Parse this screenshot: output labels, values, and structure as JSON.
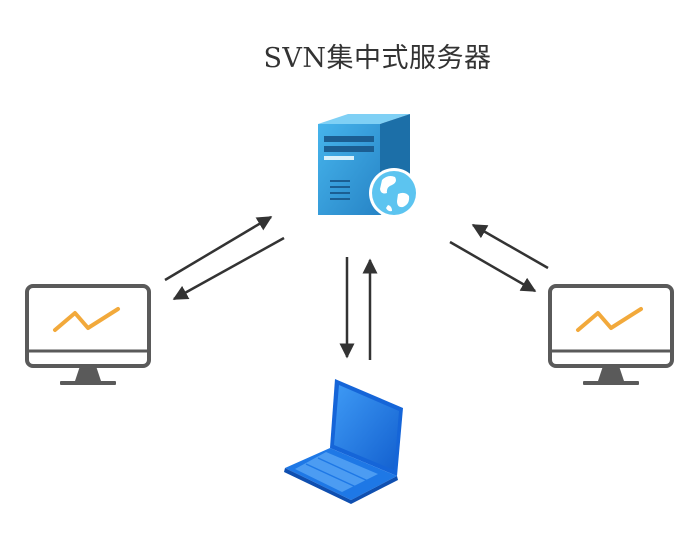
{
  "diagram": {
    "title": "SVN集中式服务器",
    "nodes": [
      {
        "id": "server",
        "kind": "server",
        "icon": "server-globe-icon"
      },
      {
        "id": "client-left",
        "kind": "desktop-monitor",
        "icon": "monitor-icon"
      },
      {
        "id": "client-right",
        "kind": "desktop-monitor",
        "icon": "monitor-icon"
      },
      {
        "id": "client-bottom",
        "kind": "laptop",
        "icon": "laptop-icon"
      }
    ],
    "edges": [
      {
        "from": "client-left",
        "to": "server"
      },
      {
        "from": "server",
        "to": "client-left"
      },
      {
        "from": "server",
        "to": "client-bottom"
      },
      {
        "from": "client-bottom",
        "to": "server"
      },
      {
        "from": "client-right",
        "to": "server"
      },
      {
        "from": "server",
        "to": "client-right"
      }
    ]
  },
  "colors": {
    "server_body": "#2f9bd9",
    "server_side": "#1c6fa8",
    "globe": "#5cc4f0",
    "monitor_frame": "#5a5a5a",
    "chart_line": "#f2a93b",
    "laptop": "#1e78e6",
    "arrow": "#333333"
  }
}
